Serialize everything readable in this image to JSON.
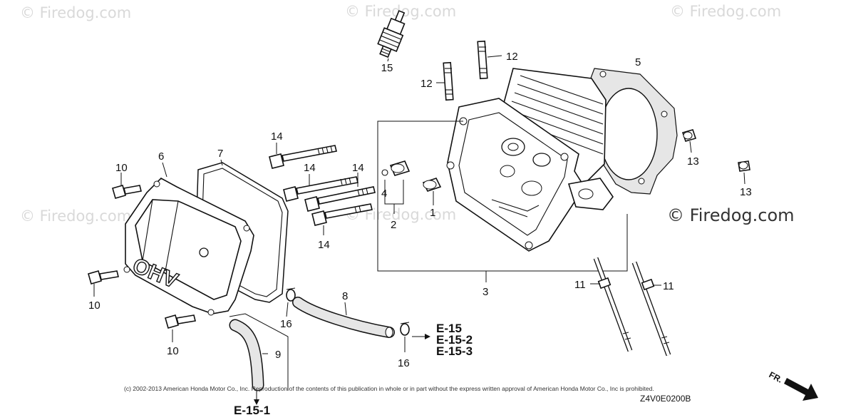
{
  "watermarks": {
    "tl": "© Firedog.com",
    "tc": "© Firedog.com",
    "tr": "© Firedog.com",
    "ml": "© Firedog.com",
    "mc": "© Firedog.com",
    "right_strong": "© Firedog.com"
  },
  "callouts": {
    "c15": "15",
    "c12a": "12",
    "c12b": "12",
    "c5": "5",
    "c14a": "14",
    "c14b": "14",
    "c14c": "14",
    "c14d": "14",
    "c10a": "10",
    "c10b": "10",
    "c10c": "10",
    "c6": "6",
    "c7": "7",
    "c4": "4",
    "c1": "1",
    "c2": "2",
    "c3": "3",
    "c13a": "13",
    "c13b": "13",
    "c11a": "11",
    "c11b": "11",
    "c8": "8",
    "c9": "9",
    "c16a": "16",
    "c16b": "16"
  },
  "references": {
    "e15": "E-15",
    "e152": "E-15-2",
    "e153": "E-15-3",
    "e151": "E-15-1"
  },
  "cover_emboss": "OHV",
  "copyright": "(c) 2002-2013 American Honda Motor Co., Inc. Reproduction of the contents of this publication in whole or in part without the express written approval of American Honda Motor Co., Inc is prohibited.",
  "diagram_code": "Z4V0E0200B",
  "direction_marker": "FR."
}
